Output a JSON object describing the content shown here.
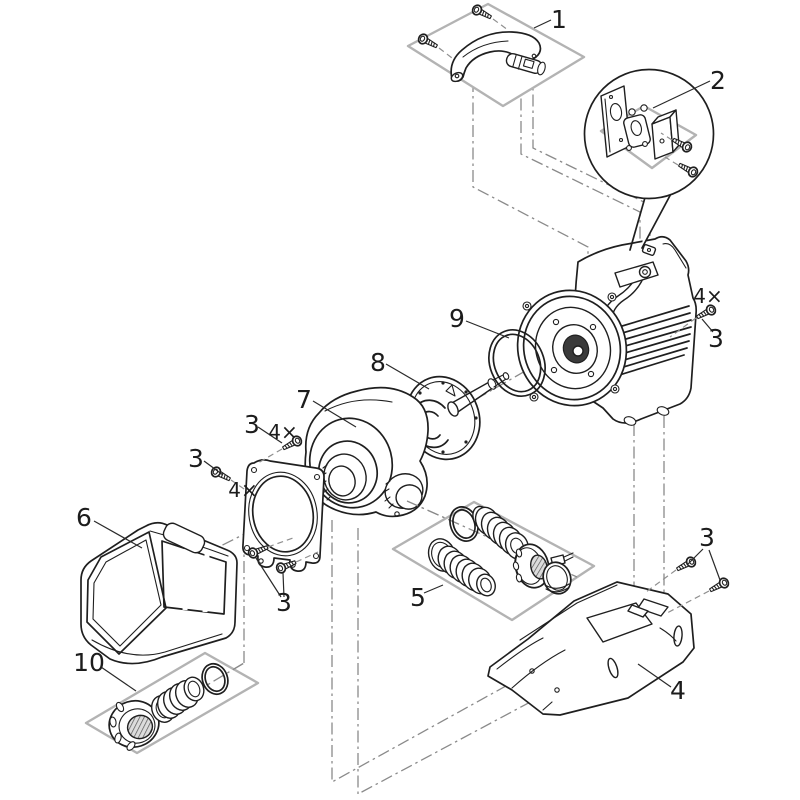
{
  "style": {
    "background": "#ffffff",
    "line_color": "#1f1f1f",
    "panel_stroke": "#b3b3b3",
    "dash_line": "#8a8a8a"
  },
  "callouts": {
    "part1": "1",
    "part2": "2",
    "part4": "4",
    "part5": "5",
    "part6": "6",
    "part7": "7",
    "part8": "8",
    "part9": "9",
    "part10": "10",
    "motor_screw_qty": "4×",
    "motor_screw": "3",
    "plate_screw_top": "3",
    "plate_screw_top_qty": "4×",
    "plate_screw_left": "3",
    "plate_screw_left_qty": "4×",
    "plate_screw_bottom": "3",
    "base_screw": "3"
  }
}
